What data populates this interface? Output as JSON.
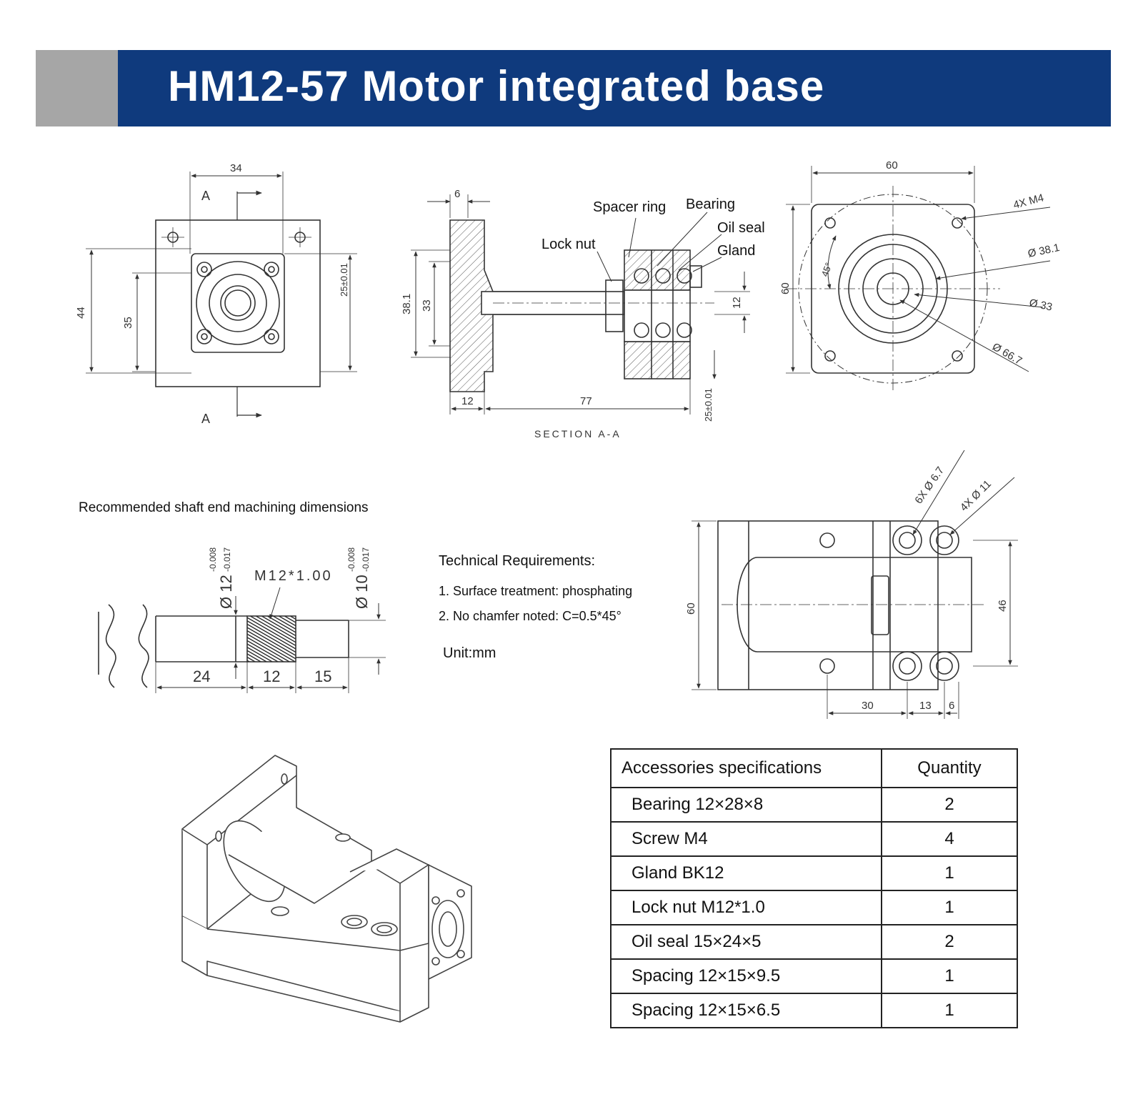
{
  "title": "HM12-57 Motor integrated base",
  "front_view": {
    "dims": {
      "width": "34",
      "height_outer": "44",
      "height_inner": "35",
      "tol": "25±0.01",
      "section_mark": "A"
    }
  },
  "section_view": {
    "labels": {
      "spacer_ring": "Spacer ring",
      "bearing": "Bearing",
      "lock_nut": "Lock nut",
      "oil_seal": "Oil seal",
      "gland": "Gland"
    },
    "dims": {
      "flange": "6",
      "d1": "38.1",
      "d2": "33",
      "shaft": "12",
      "left": "12",
      "length": "77",
      "tol": "25±0.01"
    },
    "caption": "SECTION A-A"
  },
  "end_view": {
    "dims": {
      "width": "60",
      "height": "60",
      "screws": "4X M4",
      "d38": "Ø 38.1",
      "d33": "Ø 33",
      "d66": "Ø 66.7",
      "angle": "45°"
    }
  },
  "shaft_end": {
    "title": "Recommended shaft end machining dimensions",
    "thread": "M12*1.00",
    "d12": "Ø 12",
    "d12_tol_upper": "-0.008",
    "d12_tol_lower": "-0.017",
    "d10": "Ø 10",
    "d10_tol_upper": "-0.008",
    "d10_tol_lower": "-0.017",
    "lengths": [
      "24",
      "12",
      "15"
    ]
  },
  "tech_requirements": {
    "heading": "Technical Requirements:",
    "items": [
      "1. Surface treatment: phosphating",
      "2. No chamfer noted: C=0.5*45°"
    ],
    "unit": "Unit:mm"
  },
  "top_view": {
    "dims": {
      "holes6": "6X Ø 6.7",
      "holes4": "4X Ø 11",
      "height": "60",
      "inner": "46",
      "a": "30",
      "b": "13",
      "c": "6"
    }
  },
  "table": {
    "headers": [
      "Accessories specifications",
      "Quantity"
    ],
    "rows": [
      [
        "Bearing 12×28×8",
        "2"
      ],
      [
        "Screw M4",
        "4"
      ],
      [
        "Gland BK12",
        "1"
      ],
      [
        "Lock nut M12*1.0",
        "1"
      ],
      [
        "Oil seal 15×24×5",
        "2"
      ],
      [
        "Spacing 12×15×9.5",
        "1"
      ],
      [
        "Spacing 12×15×6.5",
        "1"
      ]
    ]
  },
  "colors": {
    "banner_blue": "#0f3a7d",
    "banner_grey": "#a6a6a6"
  }
}
